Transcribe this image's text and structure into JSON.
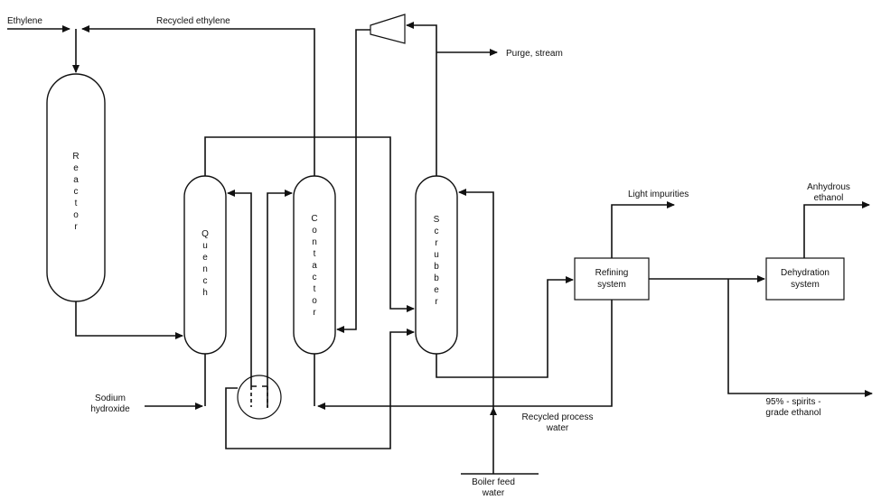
{
  "labels": {
    "ethylene": "Ethylene",
    "recycled_ethylene": "Recycled ethylene",
    "purge_stream": "Purge, stream",
    "light_impurities": "Light impurities",
    "anhydrous_1": "Anhydrous",
    "anhydrous_2": "ethanol",
    "sodium_1": "Sodium",
    "sodium_2": "hydroxide",
    "recycled_water_1": "Recycled process",
    "recycled_water_2": "water",
    "boiler_1": "Boiler feed",
    "boiler_2": "water",
    "spirits_1": "95% - spirits -",
    "spirits_2": "grade ethanol"
  },
  "units": {
    "reactor": "Reactor",
    "quench": "Quench",
    "contactor": "Contactor",
    "scrubber": "Scrubber",
    "refining_1": "Refining",
    "refining_2": "system",
    "dehydration_1": "Dehydration",
    "dehydration_2": "system"
  }
}
